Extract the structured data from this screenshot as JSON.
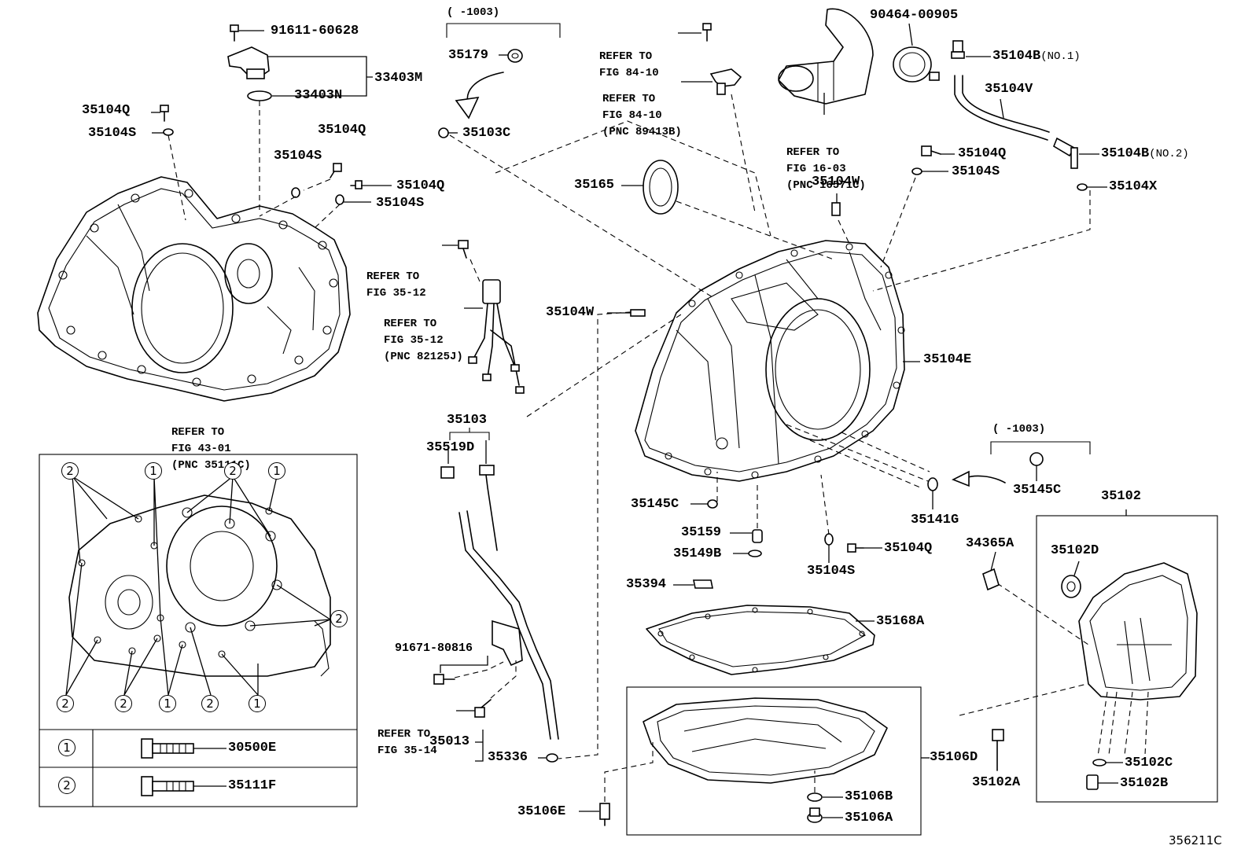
{
  "parts": {
    "p91611": "91611-60628",
    "p33403M": "33403M",
    "p33403N": "33403N",
    "p35104Q_a": "35104Q",
    "p35104S_a": "35104S",
    "p35104S_b": "35104S",
    "p35104Q_b": "35104Q",
    "p35104Q_c": "35104Q",
    "p35104S_c": "35104S",
    "p35179": "35179",
    "p35103C": "35103C",
    "p35165": "35165",
    "p90464": "90464-00905",
    "p35104B1": "35104B",
    "p35104B1_q": "(NO.1)",
    "p35104V": "35104V",
    "p35104Q_d": "35104Q",
    "p35104S_d": "35104S",
    "p35104B2": "35104B",
    "p35104B2_q": "(NO.2)",
    "p35104W_a": "35104W",
    "p35104X": "35104X",
    "p35104W_b": "35104W",
    "p35104E": "35104E",
    "p35103": "35103",
    "p35519D": "35519D",
    "p35145C_a": "35145C",
    "p35159": "35159",
    "p35149B": "35149B",
    "p35104S_e": "35104S",
    "p35104Q_e": "35104Q",
    "p35394": "35394",
    "p35168A": "35168A",
    "p35141G": "35141G",
    "p35145C_b": "35145C",
    "p35102": "35102",
    "p34365A": "34365A",
    "p35102D": "35102D",
    "p91671": "91671-80816",
    "p35013": "35013",
    "p35336": "35336",
    "p35106E": "35106E",
    "p35106D": "35106D",
    "p35106B": "35106B",
    "p35106A": "35106A",
    "p35102A": "35102A",
    "p35102C": "35102C",
    "p35102B": "35102B"
  },
  "dates": {
    "d1": "(     -1003)",
    "d2": "(     -1003)"
  },
  "refs": {
    "r1": {
      "l1": "REFER TO",
      "l2": "FIG 84-10"
    },
    "r2": {
      "l1": "REFER TO",
      "l2": "FIG 84-10",
      "l3": "(PNC 89413B)"
    },
    "r3": {
      "l1": "REFER TO",
      "l2": "FIG 16-03",
      "l3": "(PNC 16571C)"
    },
    "r4": {
      "l1": "REFER TO",
      "l2": "FIG 35-12"
    },
    "r5": {
      "l1": "REFER TO",
      "l2": "FIG 35-12",
      "l3": "(PNC 82125J)"
    },
    "r6": {
      "l1": "REFER TO",
      "l2": "FIG 43-01",
      "l3": "(PNC 35111C)"
    },
    "r7": {
      "l1": "REFER TO",
      "l2": "FIG 35-14"
    }
  },
  "legend": {
    "mark1": "1",
    "mark2": "2",
    "bolt1": "30500E",
    "bolt2": "35111F"
  },
  "footer": {
    "code": "356211C"
  }
}
